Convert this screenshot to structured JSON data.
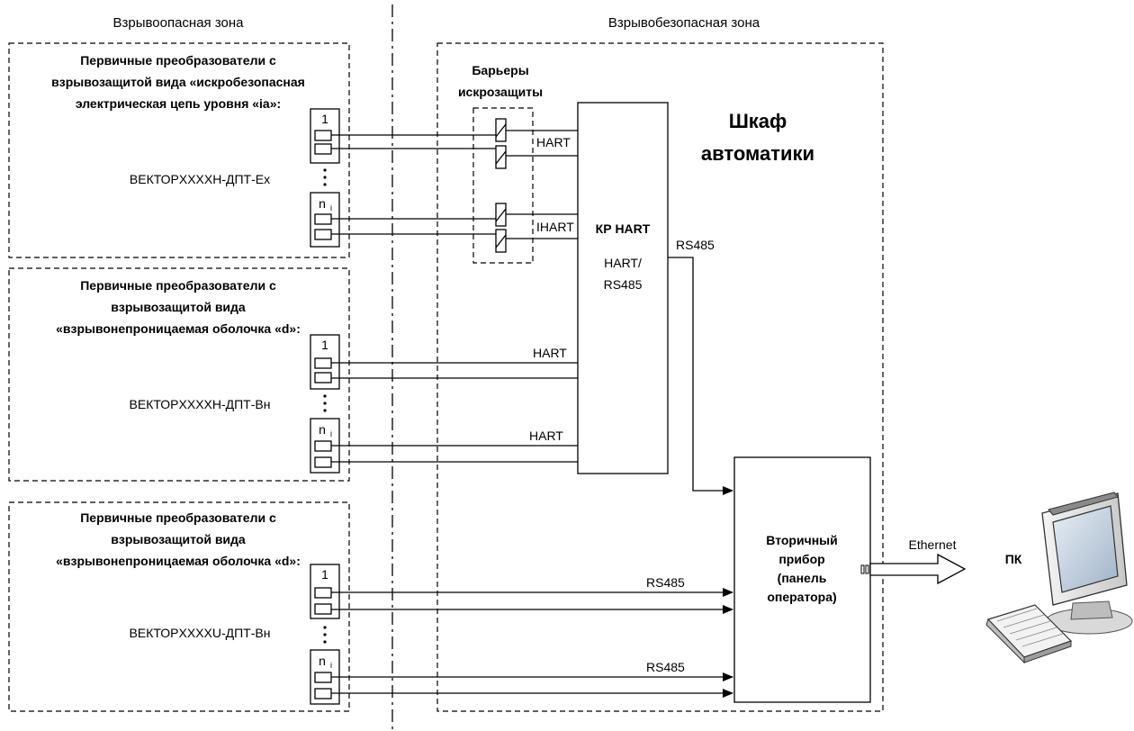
{
  "zones": {
    "hazardous": "Взрывоопасная зона",
    "safe": "Взрывобезопасная зона"
  },
  "groups": [
    {
      "title_lines": [
        "Первичные преобразователи с",
        "взрывозащитой вида «искробезопасная",
        "электрическая цепь уровня «ia»:"
      ],
      "model": "ВЕКТОРXXXXH-ДПТ-Ex",
      "first_label": "1",
      "last_label": "n",
      "last_sub": "i"
    },
    {
      "title_lines": [
        "Первичные преобразователи с",
        "взрывозащитой вида",
        "«взрывонепроницаемая оболочка «d»:"
      ],
      "model": "ВЕКТОРXXXXH-ДПТ-Вн",
      "first_label": "1",
      "last_label": "n",
      "last_sub": "i"
    },
    {
      "title_lines": [
        "Первичные преобразователи с",
        "взрывозащитой вида",
        "«взрывонепроницаемая оболочка «d»:"
      ],
      "model": "ВЕКТОРXXXXU-ДПТ-Вн",
      "first_label": "1",
      "last_label": "n",
      "last_sub": "i"
    }
  ],
  "barriers": {
    "title_lines": [
      "Барьеры",
      "искрозащиты"
    ]
  },
  "cabinet": {
    "title_lines": [
      "Шкаф",
      "автоматики"
    ]
  },
  "converter": {
    "name": "КР HART",
    "protocol_lines": [
      "HART/",
      "RS485"
    ]
  },
  "signals": {
    "hart_1": "HART",
    "hart_2": "IHART",
    "hart_3": "HART",
    "hart_4": "HART",
    "rs485_out": "RS485",
    "rs485_1": "RS485",
    "rs485_2": "RS485"
  },
  "secondary": {
    "lines": [
      "Вторичный",
      "прибор",
      "(панель",
      "оператора)"
    ]
  },
  "ethernet": "Ethernet",
  "pc": "ПК"
}
